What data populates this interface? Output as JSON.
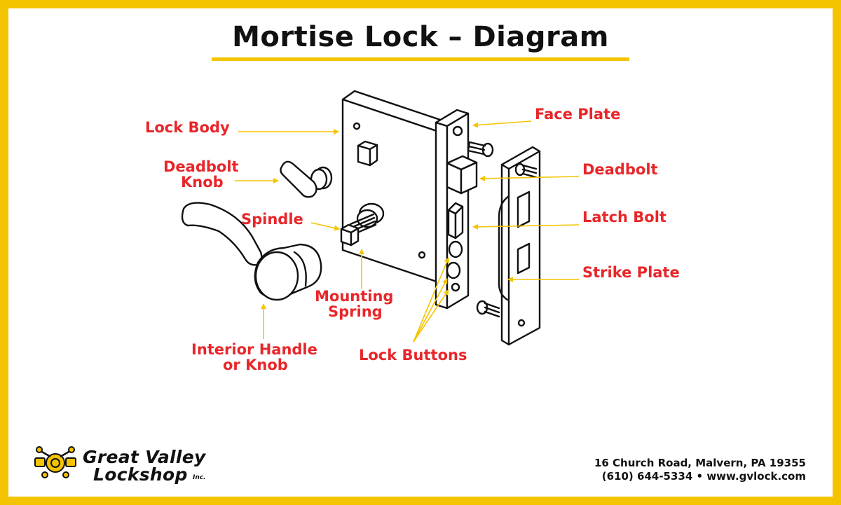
{
  "title": "Mortise Lock – Diagram",
  "colors": {
    "frame": "#f5c400",
    "label": "#e8262a",
    "arrow": "#f5c400",
    "ink": "#111111"
  },
  "labels": {
    "lock_body": "Lock Body",
    "deadbolt_knob_1": "Deadbolt",
    "deadbolt_knob_2": "Knob",
    "spindle": "Spindle",
    "mounting_spring_1": "Mounting",
    "mounting_spring_2": "Spring",
    "interior_handle_1": "Interior Handle",
    "interior_handle_2": "or Knob",
    "lock_buttons": "Lock Buttons",
    "face_plate": "Face Plate",
    "deadbolt": "Deadbolt",
    "latch_bolt": "Latch Bolt",
    "strike_plate": "Strike Plate"
  },
  "company": {
    "name_line1": "Great Valley",
    "name_line2": "Lockshop",
    "suffix": "Inc.",
    "address": "16 Church Road, Malvern, PA 19355",
    "contact": "(610) 644-5334 • www.gvlock.com",
    "logo_icon": "keys-lock-emblem-icon"
  }
}
